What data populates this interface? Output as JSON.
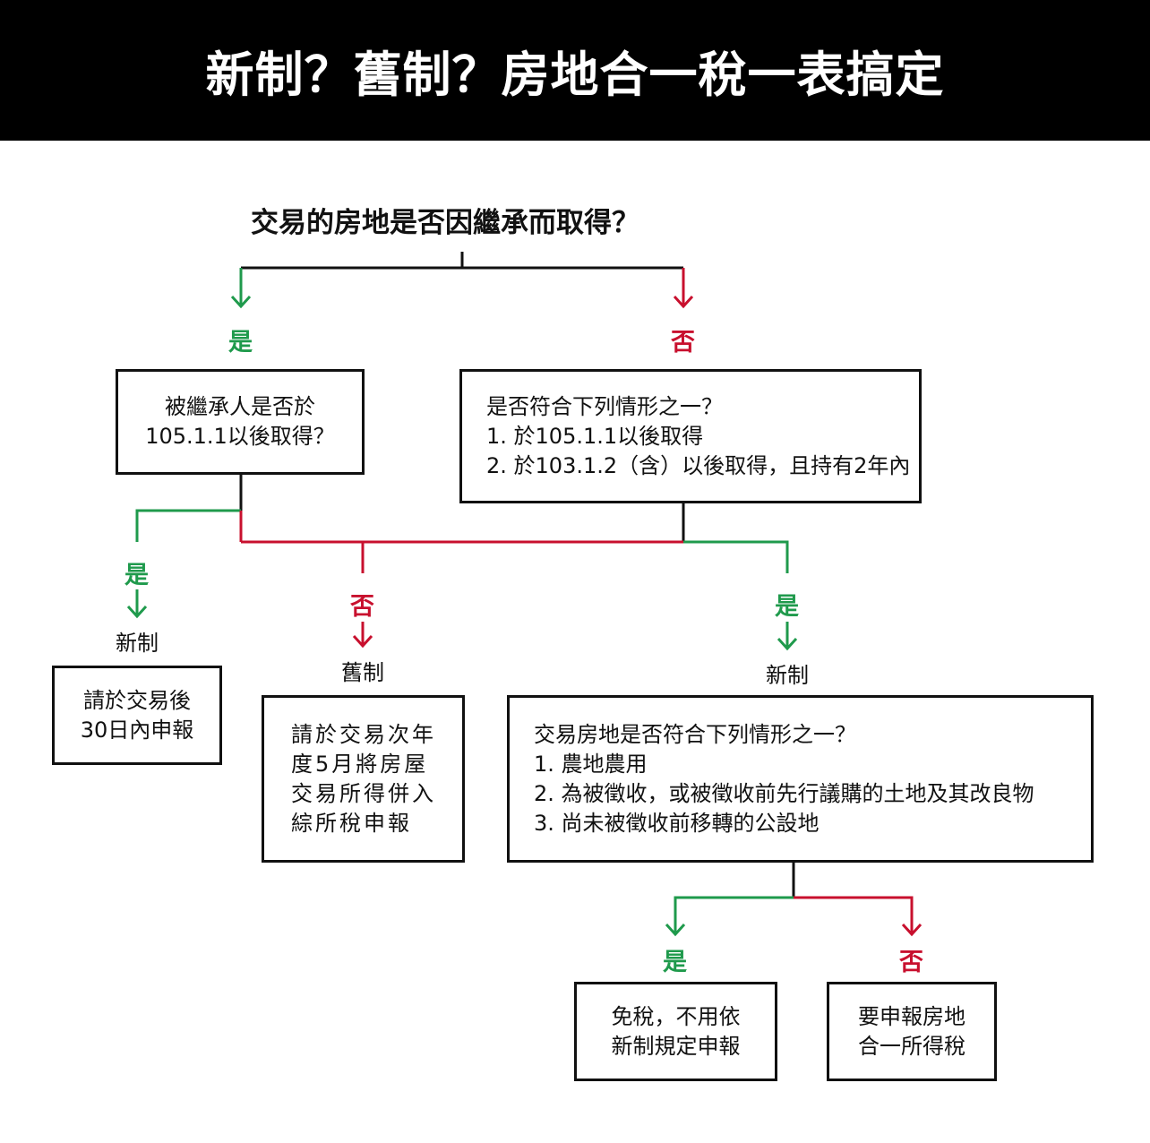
{
  "header": {
    "title": "新制？舊制？房地合一稅一表搞定"
  },
  "question": "交易的房地是否因繼承而取得？",
  "labels": {
    "yes": "是",
    "no": "否",
    "new_system": "新制",
    "old_system": "舊制"
  },
  "boxes": {
    "inherit_check": [
      "被繼承人是否於",
      "105.1.1以後取得？"
    ],
    "condition_check": [
      "是否符合下列情形之一？",
      "1. 於105.1.1以後取得",
      "2. 於103.1.2（含）以後取得，且持有2年內"
    ],
    "new_report_30": [
      "請於交易後",
      "30日內申報"
    ],
    "old_report": [
      "請於交易次年",
      "度5月將房屋",
      "交易所得併入",
      "綜所稅申報"
    ],
    "exemption_check": [
      "交易房地是否符合下列情形之一？",
      "1. 農地農用",
      "2. 為被徵收，或被徵收前先行議購的土地及其改良物",
      "3. 尚未被徵收前移轉的公設地"
    ],
    "tax_exempt": [
      "免稅，不用依",
      "新制規定申報"
    ],
    "must_report": [
      "要申報房地",
      "合一所得稅"
    ]
  },
  "colors": {
    "yes": "#1f9a4c",
    "no": "#c8102e",
    "line": "#111111",
    "header_bg": "#000000"
  }
}
